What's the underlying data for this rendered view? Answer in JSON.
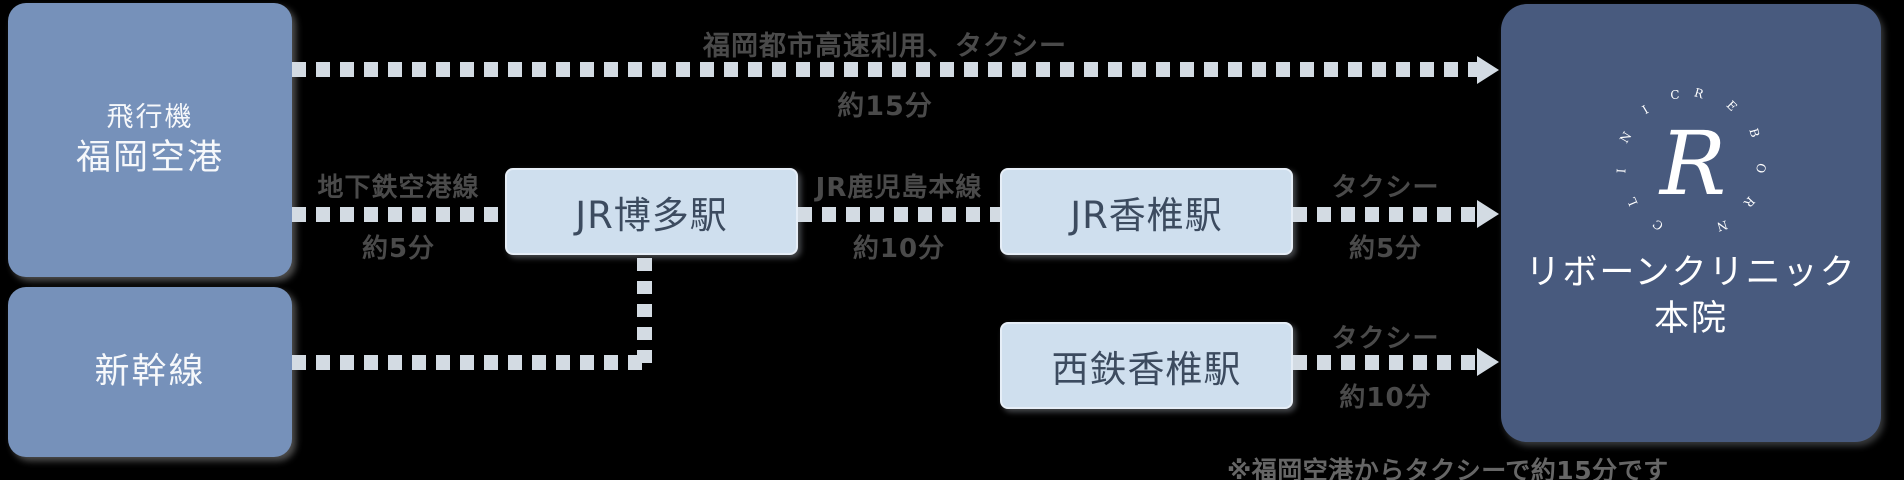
{
  "boxes": {
    "airplane": {
      "sub": "飛行機",
      "label": "福岡空港"
    },
    "shinkansen": {
      "label": "新幹線"
    },
    "hakata": {
      "label": "JR博多駅"
    },
    "jr_kashii": {
      "label": "JR香椎駅"
    },
    "nishitetsu_kashii": {
      "label": "西鉄香椎駅"
    }
  },
  "clinic": {
    "ring_text": "REBORN CLINIC",
    "initial": "R",
    "name": "リボーンクリニック",
    "branch": "本院"
  },
  "routes": {
    "airport_direct": {
      "line1": "福岡都市高速利用、タクシー",
      "line2": "約15分"
    },
    "airport_hakata": {
      "line1": "地下鉄空港線",
      "line2": "約5分"
    },
    "hakata_kashii": {
      "line1": "JR鹿児島本線",
      "line2": "約10分"
    },
    "jrkashii_clinic": {
      "line1": "タクシー",
      "line2": "約5分"
    },
    "nishitetsu_clinic": {
      "line1": "タクシー",
      "line2": "約10分"
    }
  },
  "note": "※福岡空港からタクシーで約15分です",
  "colors": {
    "origin_box": "#7691ba",
    "station_box": "#cfdfee",
    "station_text": "#3c4b5f",
    "clinic_box": "#485a7e",
    "dash": "#d3dbe3",
    "label_text": "#4a4a4a",
    "note_text": "#666666"
  }
}
